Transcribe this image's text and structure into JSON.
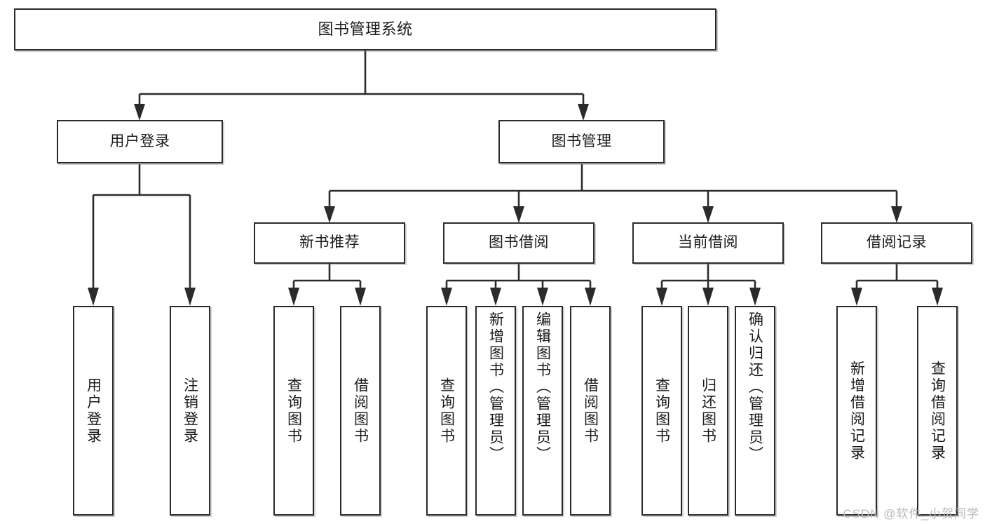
{
  "diagram": {
    "title": "图书管理系统",
    "type": "功能结构图",
    "watermark": "CSDN @软件_小贺同学",
    "colors": {
      "stroke": "#2b2b2b",
      "fill": "#ffffff",
      "text": "#1a1a1a",
      "watermark": "#b8b8b8"
    },
    "root": {
      "id": "root",
      "label": "图书管理系统"
    },
    "level2": [
      {
        "id": "user-login",
        "label": "用户登录"
      },
      {
        "id": "book-manage",
        "label": "图书管理"
      }
    ],
    "level3": [
      {
        "id": "new-book-recommend",
        "label": "新书推荐",
        "parent": "book-manage"
      },
      {
        "id": "book-borrow",
        "label": "图书借阅",
        "parent": "book-manage"
      },
      {
        "id": "current-borrow",
        "label": "当前借阅",
        "parent": "book-manage"
      },
      {
        "id": "borrow-record",
        "label": "借阅记录",
        "parent": "book-manage"
      }
    ],
    "leaves": [
      {
        "id": "leaf-user-login",
        "label": "用户登录",
        "parent": "user-login"
      },
      {
        "id": "leaf-user-logout",
        "label": "注销登录",
        "parent": "user-login"
      },
      {
        "id": "leaf-query-book-1",
        "label": "查询图书",
        "parent": "new-book-recommend"
      },
      {
        "id": "leaf-borrow-book-1",
        "label": "借阅图书",
        "parent": "new-book-recommend"
      },
      {
        "id": "leaf-query-book-2",
        "label": "查询图书",
        "parent": "book-borrow"
      },
      {
        "id": "leaf-add-book",
        "label": "新增图书（管理员）",
        "parent": "book-borrow"
      },
      {
        "id": "leaf-edit-book",
        "label": "编辑图书（管理员）",
        "parent": "book-borrow"
      },
      {
        "id": "leaf-borrow-book-2",
        "label": "借阅图书",
        "parent": "book-borrow"
      },
      {
        "id": "leaf-query-book-3",
        "label": "查询图书",
        "parent": "current-borrow"
      },
      {
        "id": "leaf-return-book",
        "label": "归还图书",
        "parent": "current-borrow"
      },
      {
        "id": "leaf-confirm-return",
        "label": "确认归还（管理员）",
        "parent": "current-borrow"
      },
      {
        "id": "leaf-add-record",
        "label": "新增借阅记录",
        "parent": "borrow-record"
      },
      {
        "id": "leaf-query-record",
        "label": "查询借阅记录",
        "parent": "borrow-record"
      }
    ]
  }
}
